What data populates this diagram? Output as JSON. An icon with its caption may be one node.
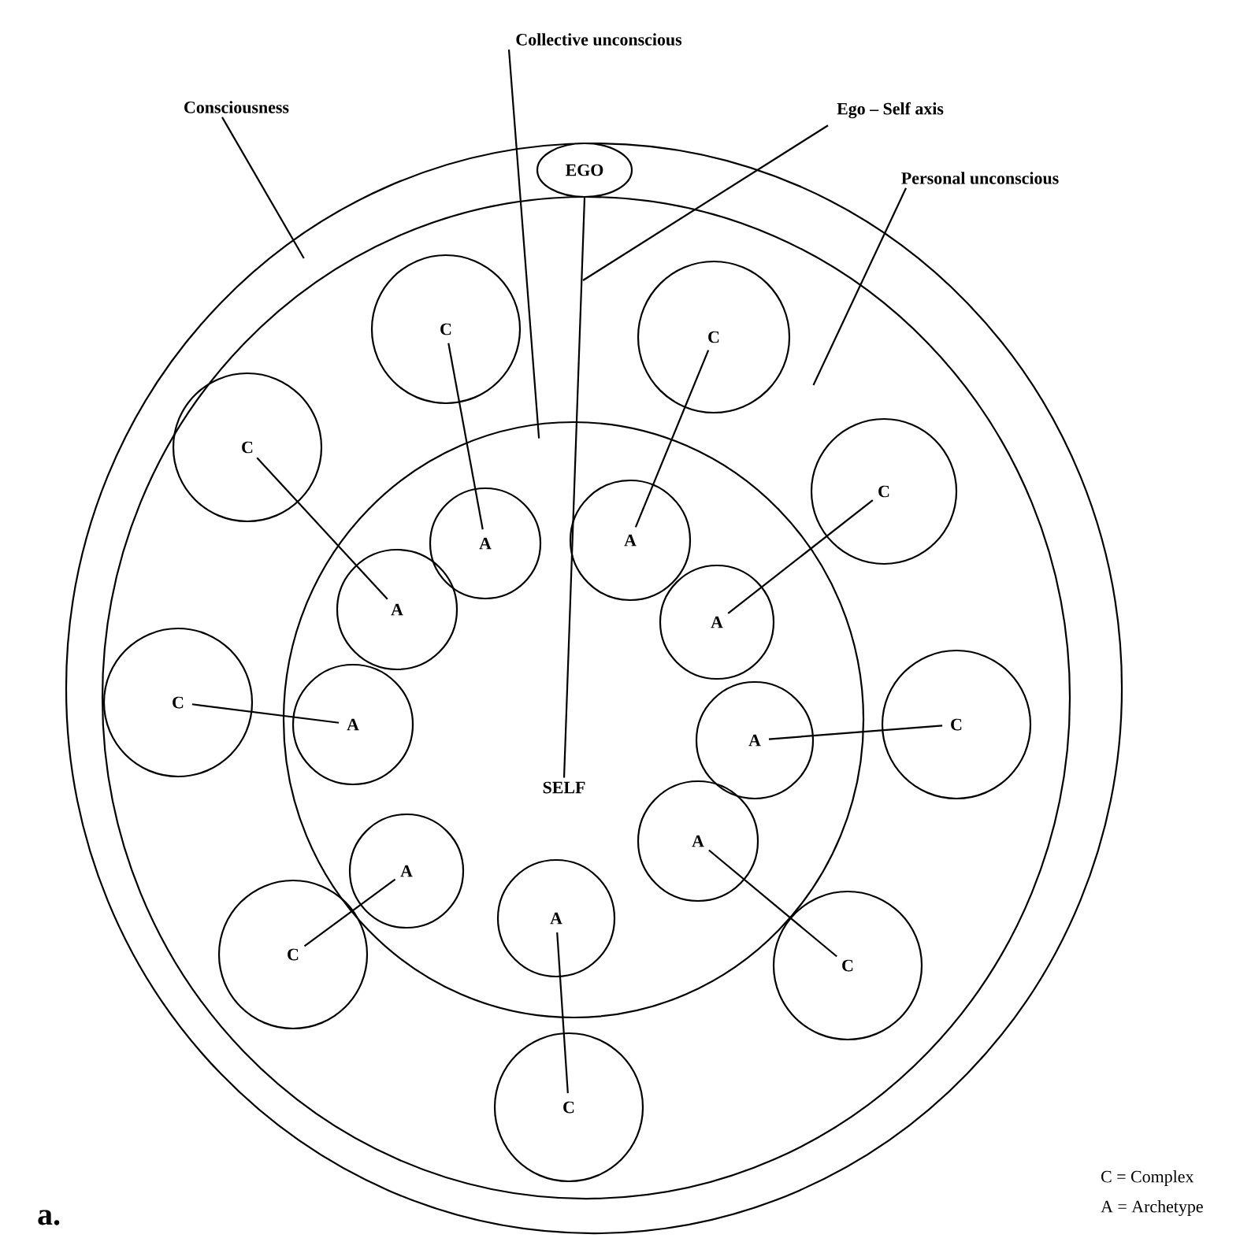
{
  "diagram": {
    "nodes": [
      {
        "text": [
          "Collective unconscious"
        ]
      },
      {
        "text": [
          "Consciousness"
        ]
      },
      {
        "text": [
          "Ego – Self axis"
        ]
      },
      {
        "text": [
          "Personal unconscious"
        ]
      },
      {
        "text": [],
        "shape": "circle"
      },
      {
        "text": [],
        "shape": "circle",
        "in": 4
      },
      {
        "text": [],
        "shape": "circle",
        "in": 5
      },
      {
        "text": [
          "EGO"
        ],
        "in": 4
      },
      {
        "text": [
          "SELF"
        ],
        "in": 6
      },
      {
        "text": [
          "C"
        ],
        "in": 5
      },
      {
        "text": [
          "C"
        ],
        "in": 5
      },
      {
        "text": [
          "C"
        ],
        "in": 5
      },
      {
        "text": [
          "C"
        ],
        "in": 5
      },
      {
        "text": [
          "A"
        ],
        "in": 6
      },
      {
        "text": [
          "A"
        ],
        "in": 6
      },
      {
        "text": [
          "A"
        ],
        "in": 6
      },
      {
        "text": [
          "A"
        ],
        "in": 6
      },
      {
        "text": [
          "C"
        ],
        "in": 5
      },
      {
        "text": [
          "A"
        ],
        "in": 6
      },
      {
        "text": [
          "A"
        ],
        "in": 6
      },
      {
        "text": [
          "C"
        ],
        "in": 5
      },
      {
        "text": [
          "A"
        ],
        "in": 6
      },
      {
        "text": [
          "A"
        ],
        "in": 6
      },
      {
        "text": [
          "A"
        ],
        "in": 6
      },
      {
        "text": [
          "C"
        ],
        "in": 5
      },
      {
        "text": [
          "C"
        ],
        "in": 5
      },
      {
        "text": [
          "C"
        ],
        "in": 5
      }
    ],
    "edges": [
      {
        "from": 0,
        "to": 6,
        "arrow": "none"
      },
      {
        "from": 1,
        "to": 4,
        "arrow": "none"
      },
      {
        "from": 2,
        "to": null,
        "arrow": "none"
      },
      {
        "from": 3,
        "to": 5,
        "arrow": "none"
      },
      {
        "from": 7,
        "to": 8,
        "arrow": "none"
      },
      {
        "from": 13,
        "to": 9,
        "arrow": "none"
      },
      {
        "from": 14,
        "to": 10,
        "arrow": "none"
      },
      {
        "from": 15,
        "to": 11,
        "arrow": "none"
      },
      {
        "from": 16,
        "to": 12,
        "arrow": "none"
      },
      {
        "from": 18,
        "to": 17,
        "arrow": "none"
      },
      {
        "from": 19,
        "to": 20,
        "arrow": "none"
      },
      {
        "from": 22,
        "to": 24,
        "arrow": "none"
      },
      {
        "from": 21,
        "to": 25,
        "arrow": "none"
      },
      {
        "from": 23,
        "to": 26,
        "arrow": "none"
      }
    ],
    "labels": [
      "a.",
      "C = Complex",
      "A = Archetype"
    ]
  }
}
